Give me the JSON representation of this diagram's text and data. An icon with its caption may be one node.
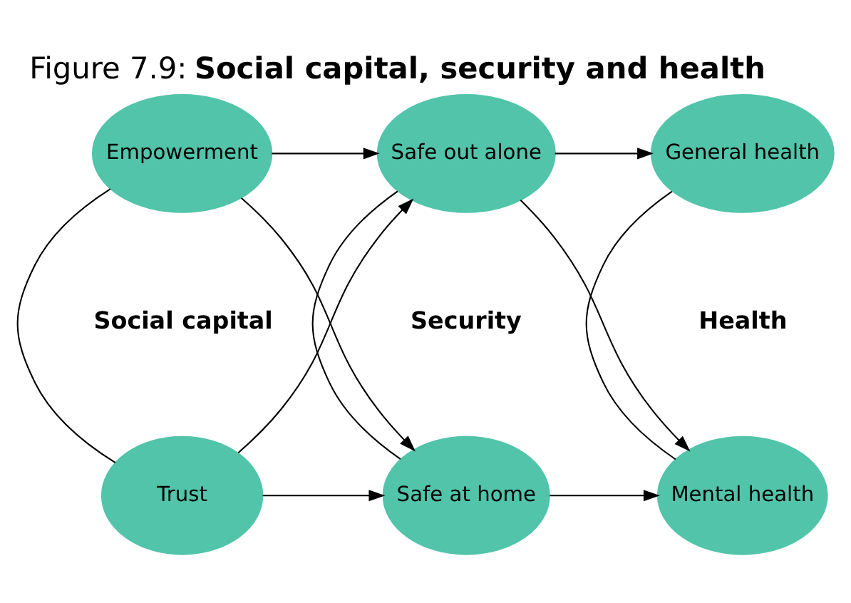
{
  "diagram": {
    "title": "Figure 7.9: **Social capital, security and health**",
    "nodes": [
      {
        "text": [
          "Trust"
        ]
      },
      {
        "text": [
          "Safe at home"
        ]
      },
      {
        "text": [
          "Mental health"
        ]
      },
      {
        "text": [
          "Empowerment"
        ]
      },
      {
        "text": [
          "Safe out alone"
        ]
      },
      {
        "text": [
          "General health"
        ]
      }
    ],
    "edges": [
      {
        "from": 0,
        "to": 3,
        "arrow": "none"
      },
      {
        "from": 0,
        "to": 1,
        "arrow": "to"
      },
      {
        "from": 0,
        "to": 4,
        "arrow": "to"
      },
      {
        "from": 3,
        "to": 1,
        "arrow": "to"
      },
      {
        "from": 3,
        "to": 4,
        "arrow": "to"
      },
      {
        "from": 1,
        "to": 4,
        "arrow": "none"
      },
      {
        "from": 1,
        "to": 2,
        "arrow": "to"
      },
      {
        "from": 4,
        "to": 2,
        "arrow": "to"
      },
      {
        "from": 4,
        "to": 5,
        "arrow": "to"
      },
      {
        "from": 2,
        "to": 5,
        "arrow": "none"
      }
    ],
    "labels": [
      "Social capital",
      "Security",
      "Health"
    ]
  }
}
